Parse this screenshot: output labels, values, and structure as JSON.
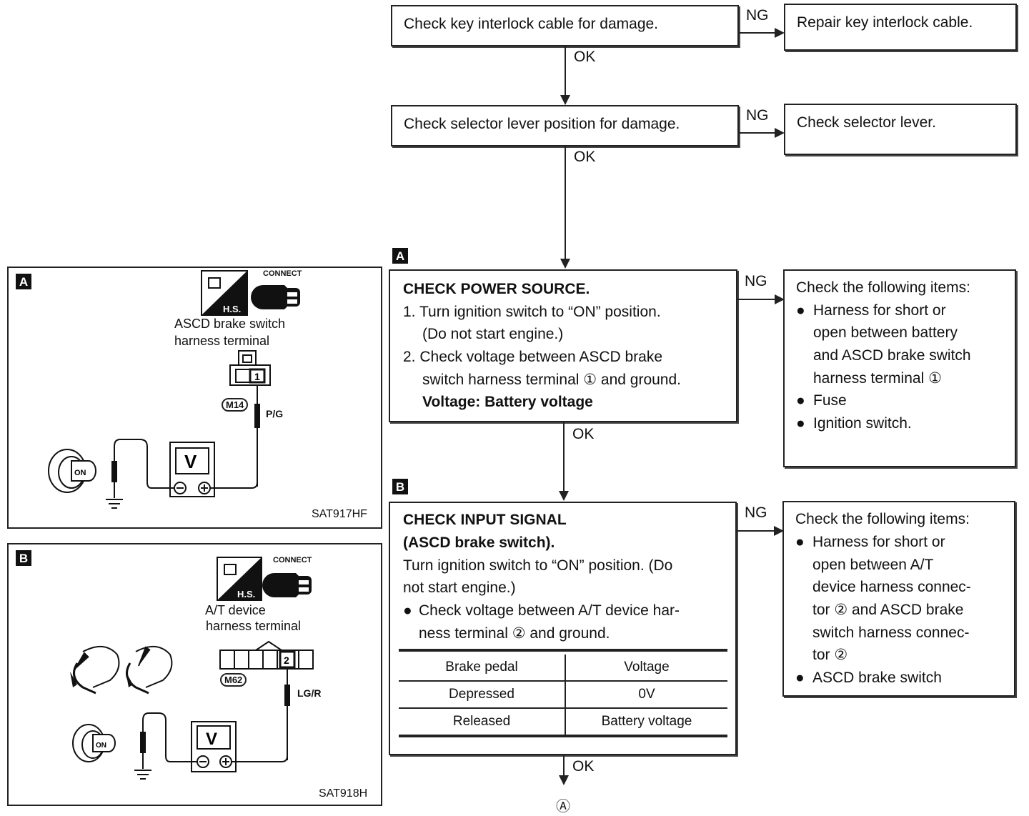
{
  "flow": {
    "step1": {
      "text": "Check key interlock cable for damage.",
      "ng": "NG",
      "ok": "OK",
      "ng_result": "Repair key interlock cable."
    },
    "step2": {
      "text": "Check selector lever position for damage.",
      "ng": "NG",
      "ok": "OK",
      "ng_result": "Check selector lever."
    },
    "stepA": {
      "tag": "A",
      "title": "CHECK POWER SOURCE.",
      "line1": "1. Turn ignition switch to “ON” position.",
      "line2": "(Do not start engine.)",
      "line3": "2. Check voltage between ASCD brake",
      "line4": "switch harness terminal ① and ground.",
      "line5": "Voltage: Battery voltage",
      "ng": "NG",
      "ok": "OK",
      "ng_result": {
        "title": "Check the following items:",
        "items": [
          [
            "Harness for short or",
            "open between battery",
            "and ASCD brake switch",
            "harness terminal ①"
          ],
          [
            "Fuse"
          ],
          [
            "Ignition switch."
          ]
        ]
      }
    },
    "stepB": {
      "tag": "B",
      "title1": "CHECK INPUT SIGNAL",
      "title2": "(ASCD brake switch).",
      "line1": "Turn ignition switch to “ON” position. (Do",
      "line2": "not start engine.)",
      "line3": "Check voltage between A/T device har-",
      "line4": "ness terminal ② and ground.",
      "table": {
        "header": [
          "Brake pedal",
          "Voltage"
        ],
        "rows": [
          [
            "Depressed",
            "0V"
          ],
          [
            "Released",
            "Battery voltage"
          ]
        ]
      },
      "ng": "NG",
      "ok": "OK",
      "ng_result": {
        "title": "Check the following items:",
        "items": [
          [
            "Harness for short or",
            "open between A/T",
            "device harness connec-",
            "tor ② and ASCD brake",
            "switch harness connec-",
            "tor ②"
          ],
          [
            "ASCD brake switch"
          ]
        ]
      }
    },
    "next": "Ⓐ"
  },
  "figA": {
    "tag": "A",
    "connect": "CONNECT",
    "hs": "H.S.",
    "label1": "ASCD brake  switch",
    "label2": "harness  terminal",
    "pin": "1",
    "connector": "M14",
    "wire": "P/G",
    "meter": "V",
    "key": "ON",
    "code": "SAT917HF"
  },
  "figB": {
    "tag": "B",
    "connect": "CONNECT",
    "hs": "H.S.",
    "label1": "A/T device",
    "label2": "harness terminal",
    "pin": "2",
    "connector": "M62",
    "wire": "LG/R",
    "meter": "V",
    "key": "ON",
    "code": "SAT918H"
  }
}
